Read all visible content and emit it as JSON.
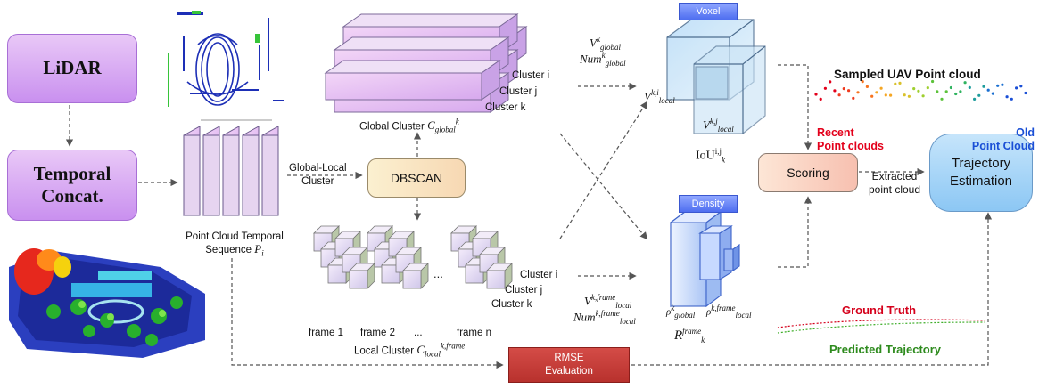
{
  "nodes": {
    "lidar": "LiDAR",
    "temporal_concat": "Temporal\nConcat.",
    "dbscan": "DBSCAN",
    "scoring": "Scoring",
    "trajectory": "Trajectory\nEstimation",
    "rmse": "RMSE\nEvaluation"
  },
  "labels": {
    "global_local_cluster": "Global-Local\nCluster",
    "pc_sequence_text": "Point Cloud Temporal",
    "pc_sequence_text2": "Sequence",
    "global_cluster_text": "Global Cluster",
    "local_cluster_text": "Local Cluster",
    "cluster_i": "Cluster i",
    "cluster_j": "Cluster j",
    "cluster_k": "Cluster k",
    "frame_1": "frame 1",
    "frame_2": "frame 2",
    "frame_ellipsis": "...",
    "frame_n": "frame n",
    "dots": "...",
    "extracted_point_cloud": "Extracted\npoint cloud",
    "sampled_uav": "Sampled UAV Point cloud",
    "recent_pc": "Recent\nPoint clouds",
    "old_pc": "Old\nPoint Cloud",
    "ground_truth": "Ground Truth",
    "predicted_trajectory": "Predicted Trajectory",
    "voxel_tag": "Voxel",
    "density_tag": "Density"
  },
  "colors": {
    "input_fill": "#d9acf4",
    "dbscan_fill": "#fbe9c9",
    "scoring_fill": "#fbd3c6",
    "trajectory_fill": "#a6d4f8",
    "rmse_fill": "#c8403d",
    "recent": "#e3001b",
    "old": "#1a4fd6",
    "ground_truth": "#d5001b",
    "predicted": "#2e8b1e"
  }
}
